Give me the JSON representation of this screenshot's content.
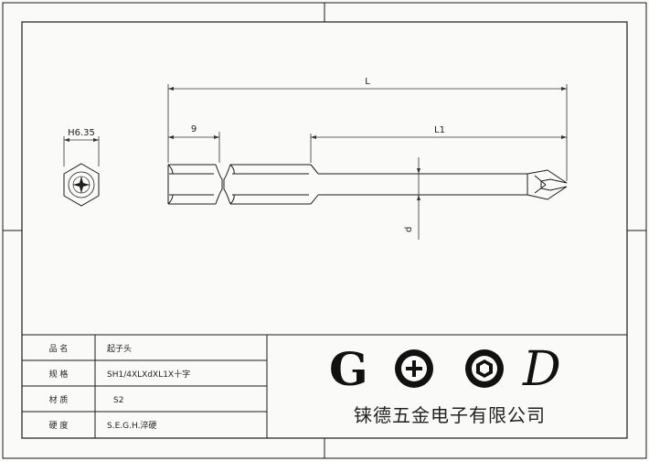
{
  "dimensions": {
    "overall_length": "L",
    "tip_length": "L1",
    "hex_length": "9",
    "diameter": "d",
    "hex_size": "H6.35"
  },
  "title_block": {
    "rows": [
      {
        "label": "品 名",
        "value": "起子头"
      },
      {
        "label": "规 格",
        "value": "SH1/4XLXdXL1X十字"
      },
      {
        "label": "材 质",
        "value": "S2"
      },
      {
        "label": "硬 度",
        "value": "S.E.G.H.淬硬"
      }
    ]
  },
  "brand": {
    "logo_letters": [
      "G",
      "D"
    ],
    "company_name": "铼德五金电子有限公司"
  }
}
